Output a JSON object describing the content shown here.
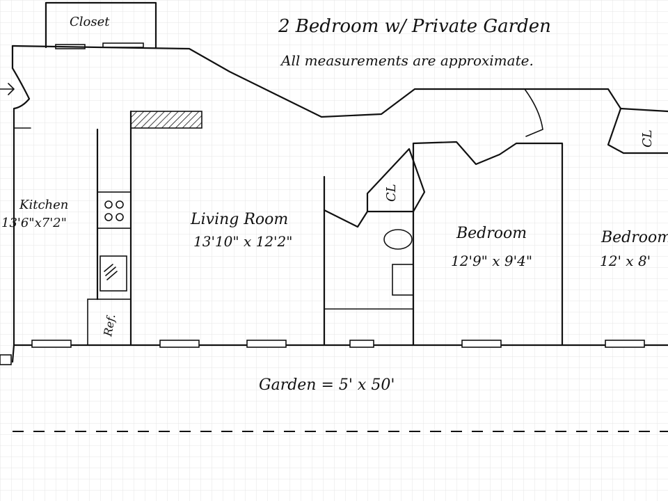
{
  "header": {
    "title": "2 Bedroom w/ Private Garden",
    "note": "All measurements are approximate."
  },
  "rooms": {
    "closet": {
      "label": "Closet"
    },
    "kitchen": {
      "label": "Kitchen",
      "size": "13'6\"x7'2\""
    },
    "living": {
      "label": "Living Room",
      "size": "13'10\" x 12'2\""
    },
    "bedroom1": {
      "label": "Bedroom",
      "size": "12'9\" x 9'4\""
    },
    "bedroom2": {
      "label": "Bedroom",
      "size": "12' x 8'"
    },
    "bath_closet": {
      "label": "CL"
    },
    "corner_closet": {
      "label": "CL"
    },
    "fridge": {
      "label": "Ref."
    }
  },
  "garden": {
    "label": "Garden = 5' x 50'"
  }
}
